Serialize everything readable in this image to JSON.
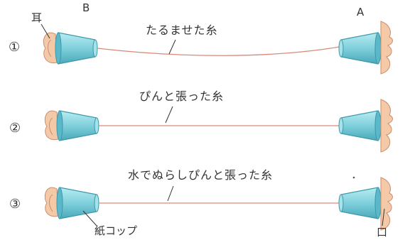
{
  "labels": {
    "b": "B",
    "a": "A",
    "ear": "耳",
    "mouth": "口",
    "cup": "紙コップ"
  },
  "rows": [
    {
      "number": "①",
      "string_label": "たるませた糸"
    },
    {
      "number": "②",
      "string_label": "ぴんと張った糸"
    },
    {
      "number": "③",
      "string_label": "水でぬらしぴんと張った糸"
    }
  ],
  "colors": {
    "string": "#d98a7a",
    "cup_fill": "#7fd0dc",
    "cup_dark": "#3c98aa",
    "skin": "#f4c9a8",
    "skin_line": "#c98f6e",
    "text": "#333333"
  }
}
